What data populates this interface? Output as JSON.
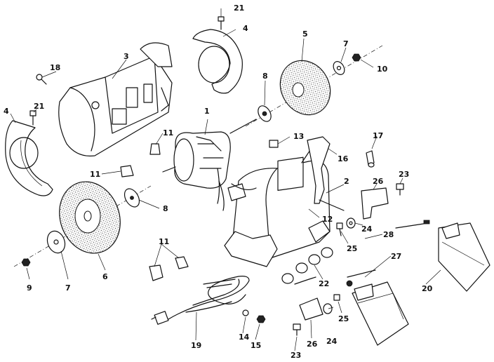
{
  "callouts": [
    "1",
    "2",
    "3",
    "4",
    "4",
    "5",
    "6",
    "7",
    "7",
    "8",
    "8",
    "9",
    "10",
    "11",
    "11",
    "11",
    "12",
    "13",
    "14",
    "15",
    "16",
    "17",
    "18",
    "19",
    "20",
    "21",
    "21",
    "22",
    "23",
    "23",
    "24",
    "24",
    "25",
    "25",
    "26",
    "26",
    "27",
    "28"
  ]
}
